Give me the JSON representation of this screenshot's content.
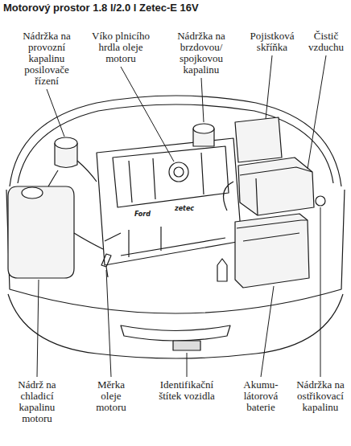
{
  "diagram": {
    "title": "Motorový prostor 1.8 l/2.0 l Zetec-E 16V",
    "labels": [
      "Nádržka na provozní kapalinu posilovače řízení",
      "Víko plnicího hrdla oleje motoru",
      "Nádržka na brzdovou/ spojkovou kapalinu",
      "Pojistková skříňka",
      "Čistič vzduchu",
      "Nádrž na chladicí kapalinu motoru",
      "Měrka oleje motoru",
      "Identifikační štítek vozidla",
      "Akumu- látorová baterie",
      "Nádržka na ostřikovací kapalinu",
      "Ford",
      "zetec"
    ]
  }
}
